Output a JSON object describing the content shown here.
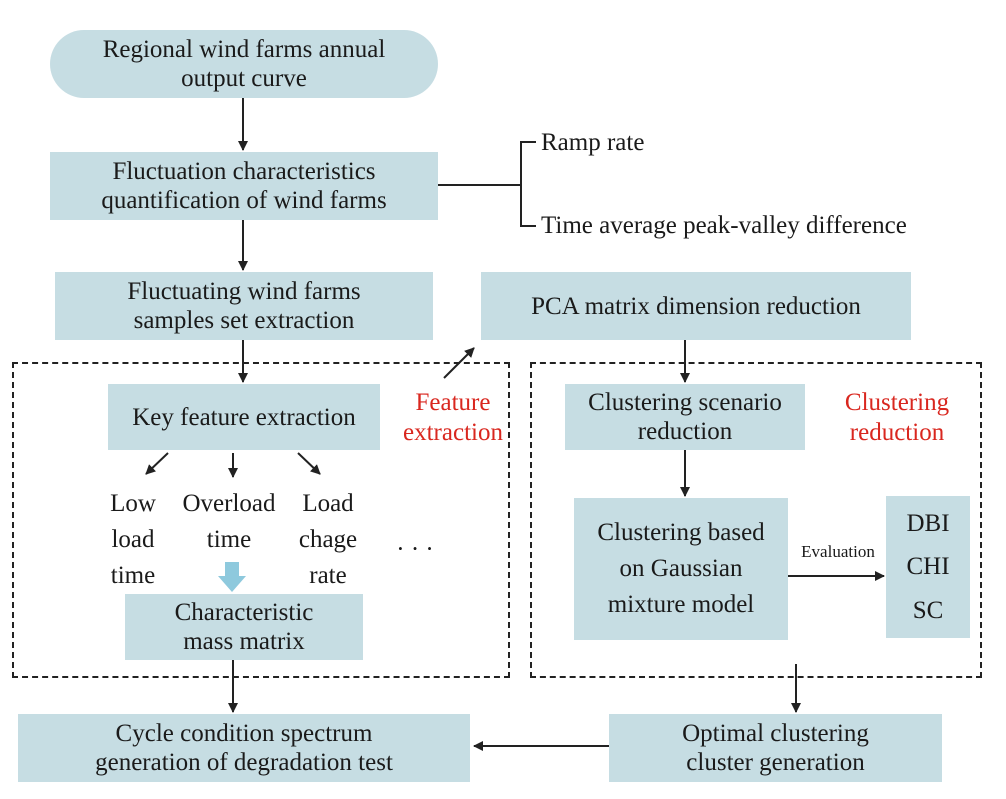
{
  "nodes": {
    "start": "Regional wind farms annual\noutput curve",
    "fluctuation_quant": "Fluctuation characteristics\nquantification of wind farms",
    "samples_set": "Fluctuating wind farms\nsamples set extraction",
    "pca": "PCA matrix dimension reduction",
    "key_feature": "Key feature extraction",
    "char_mass": "Characteristic\nmass matrix",
    "clustering_scenario": "Clustering scenario\nreduction",
    "gmm": "Clustering based\non Gaussian\nmixture model",
    "cycle_spectrum": "Cycle condition spectrum\ngeneration of degradation test",
    "optimal": "Optimal clustering\ncluster generation"
  },
  "branch": {
    "ramp_rate": "Ramp rate",
    "peak_valley": "Time average peak-valley difference"
  },
  "features": {
    "low_load": "Low\nload\ntime",
    "overload": "Overload\ntime",
    "load_change": "Load\nchage\nrate",
    "ellipsis": "· · ·"
  },
  "groups": {
    "feature_extraction": "Feature\nextraction",
    "clustering_reduction": "Clustering\nreduction"
  },
  "metrics": {
    "evaluation_label": "Evaluation",
    "items": [
      "DBI",
      "CHI",
      "SC"
    ]
  },
  "colors": {
    "box_fill": "#c6dde3",
    "group_label": "#d9271f",
    "down_arrow": "#8ec9dd",
    "line": "#222222"
  }
}
